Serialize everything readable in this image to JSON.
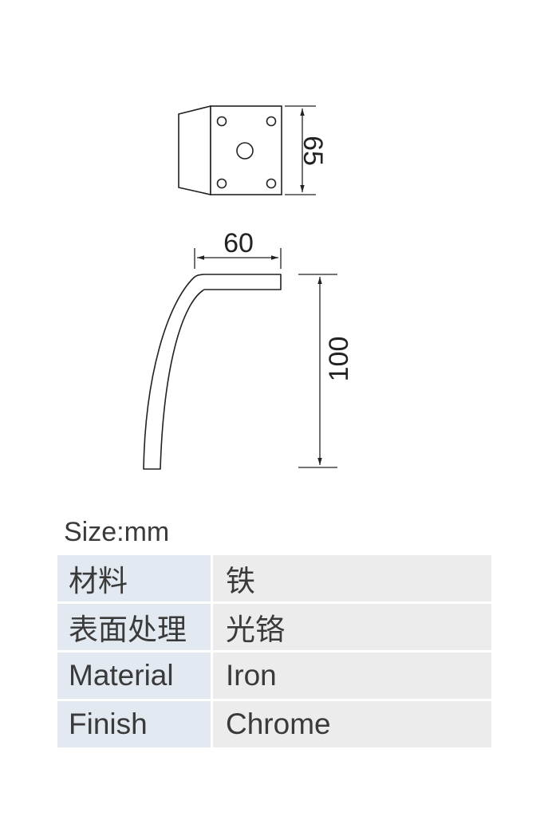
{
  "dimensions": {
    "top_height": "65",
    "bend_width": "60",
    "leg_height": "100"
  },
  "size_label": "Size:mm",
  "spec_table": [
    {
      "key": "材料",
      "value": "铁"
    },
    {
      "key": "表面处理",
      "value": "光铬"
    },
    {
      "key": "Material",
      "value": "Iron"
    },
    {
      "key": "Finish",
      "value": "Chrome"
    }
  ],
  "colors": {
    "line": "#222222",
    "key_cell_bg": "#e3e9f1",
    "value_cell_bg": "#ececec"
  }
}
